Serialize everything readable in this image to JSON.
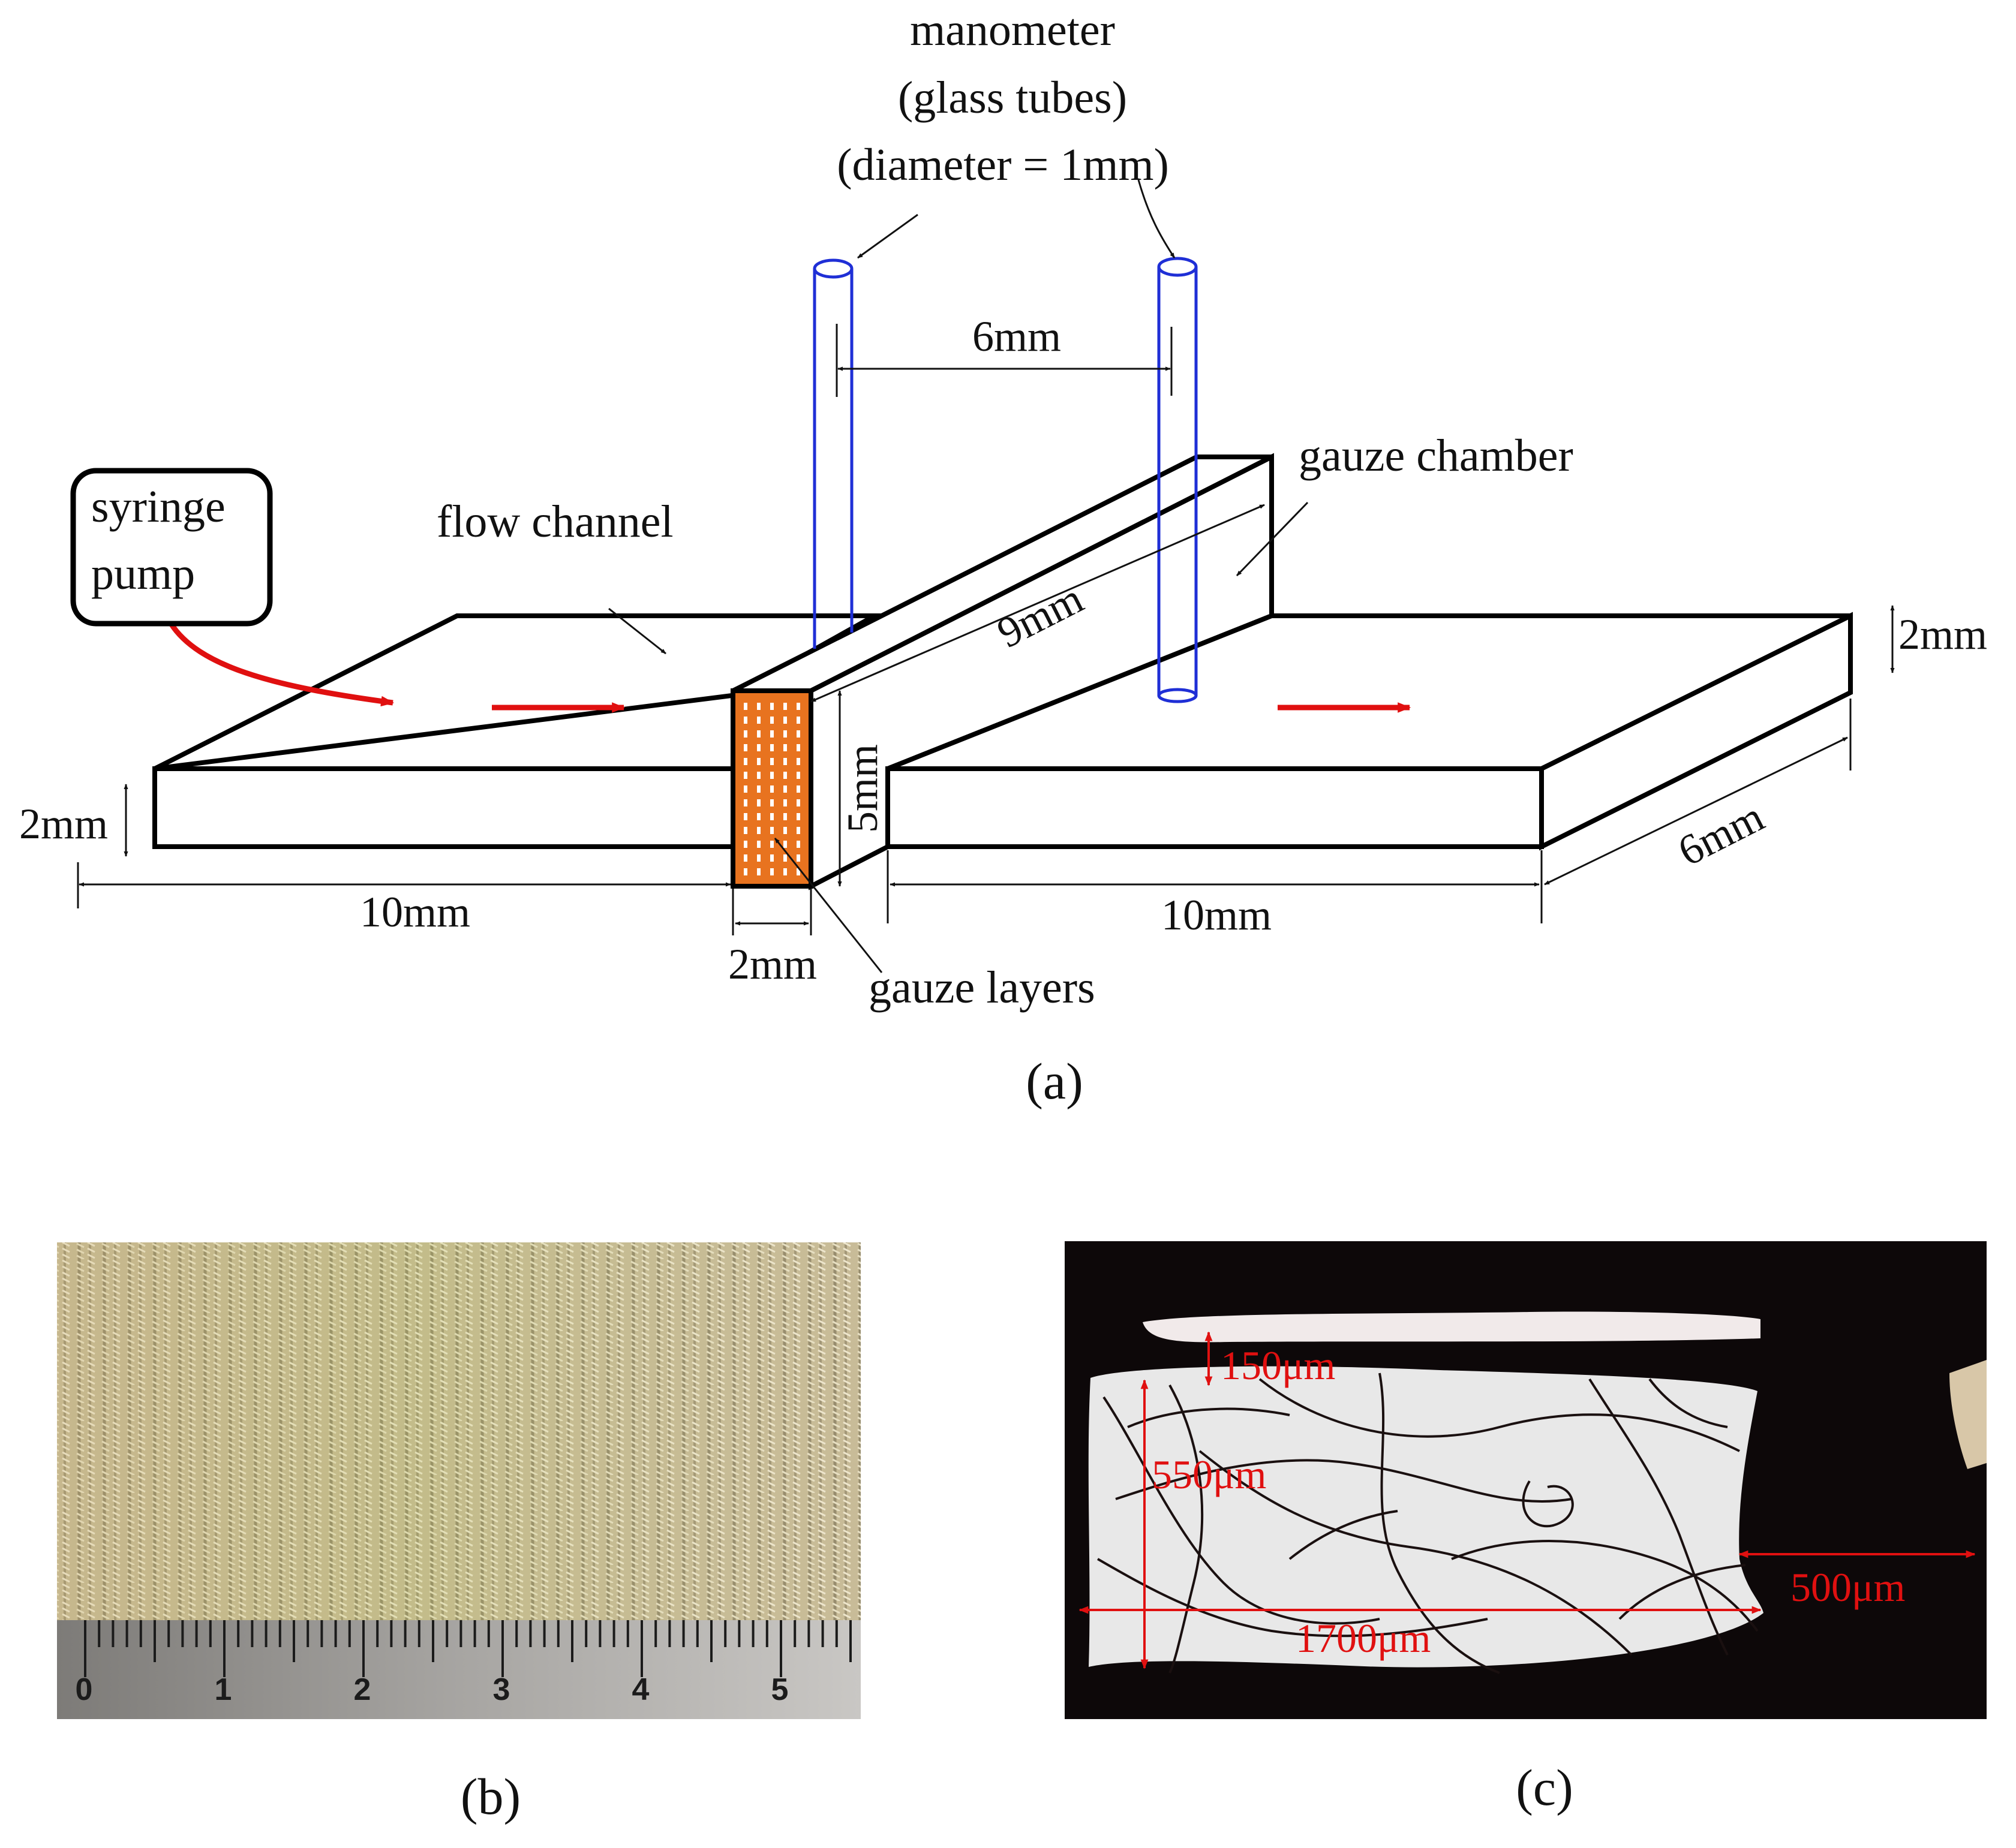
{
  "panel_a": {
    "manometer_line1": "manometer",
    "manometer_line2": "(glass tubes)",
    "manometer_line3": "(diameter = 1mm)",
    "tube_spacing": "6mm",
    "gauze_chamber": "gauze chamber",
    "syringe_line1": "syringe",
    "syringe_line2": "pump",
    "flow_channel": "flow channel",
    "chamber_length": "9mm",
    "chamber_height": "5mm",
    "right_thickness": "2mm",
    "left_thickness": "2mm",
    "channel_width": "6mm",
    "left_length": "10mm",
    "right_length": "10mm",
    "gauze_width": "2mm",
    "gauze_layers": "gauze layers",
    "caption": "(a)"
  },
  "panel_b": {
    "ruler_ticks": [
      "0",
      "1",
      "2",
      "3",
      "4",
      "5"
    ],
    "caption": "(b)"
  },
  "panel_c": {
    "fiber_thickness": "150μm",
    "pore_height": "550μm",
    "pore_length": "1700μm",
    "strand_width": "500μm",
    "caption": "(c)"
  },
  "colors": {
    "tube_blue": "#1f2fd6",
    "flow_arrow_red": "#e01010",
    "gauze_orange": "#e8731f",
    "micrograph_background": "#0d0809",
    "micrograph_pore": "#e8e8e8"
  }
}
